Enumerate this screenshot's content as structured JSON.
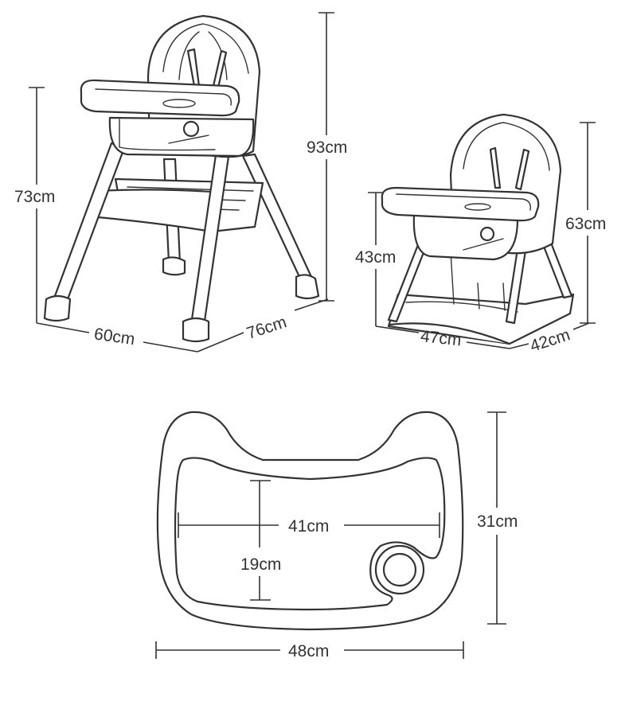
{
  "diagram": {
    "tall_chair": {
      "height_total": "93cm",
      "height_seat": "73cm",
      "width": "60cm",
      "depth": "76cm"
    },
    "short_chair": {
      "height_total": "63cm",
      "height_seat": "43cm",
      "width": "47cm",
      "depth": "42cm"
    },
    "tray": {
      "height": "31cm",
      "width": "48cm",
      "inner_width": "41cm",
      "inner_height": "19cm"
    }
  }
}
